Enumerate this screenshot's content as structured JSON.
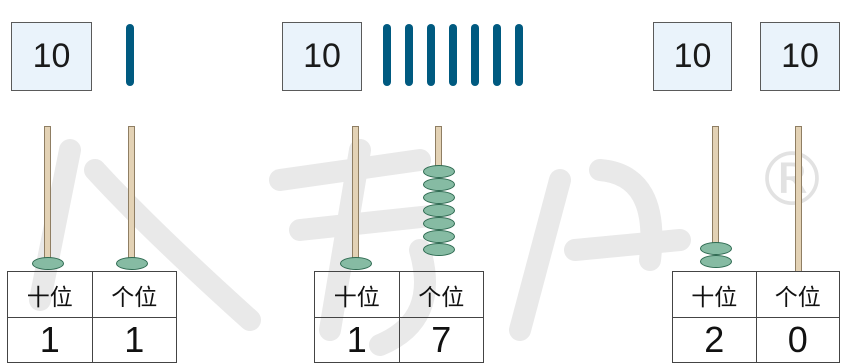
{
  "groups": [
    {
      "cards": [
        "10"
      ],
      "stick_count": 1,
      "tens_beads": 1,
      "ones_beads": 1,
      "labels": [
        "十位",
        "个位"
      ],
      "digits": [
        "1",
        "1"
      ]
    },
    {
      "cards": [
        "10"
      ],
      "stick_count": 7,
      "tens_beads": 1,
      "ones_beads": 7,
      "labels": [
        "十位",
        "个位"
      ],
      "digits": [
        "1",
        "7"
      ]
    },
    {
      "cards": [
        "10",
        "10"
      ],
      "stick_count": 0,
      "tens_beads": 2,
      "ones_beads": 0,
      "labels": [
        "十位",
        "个位"
      ],
      "digits": [
        "2",
        "0"
      ]
    }
  ],
  "watermark": {
    "registered_mark": "®"
  },
  "colors": {
    "card_background": "#eaf3fb",
    "stick": "#005a80",
    "bead": "#86bba3",
    "rod": "#e3d2b5"
  }
}
